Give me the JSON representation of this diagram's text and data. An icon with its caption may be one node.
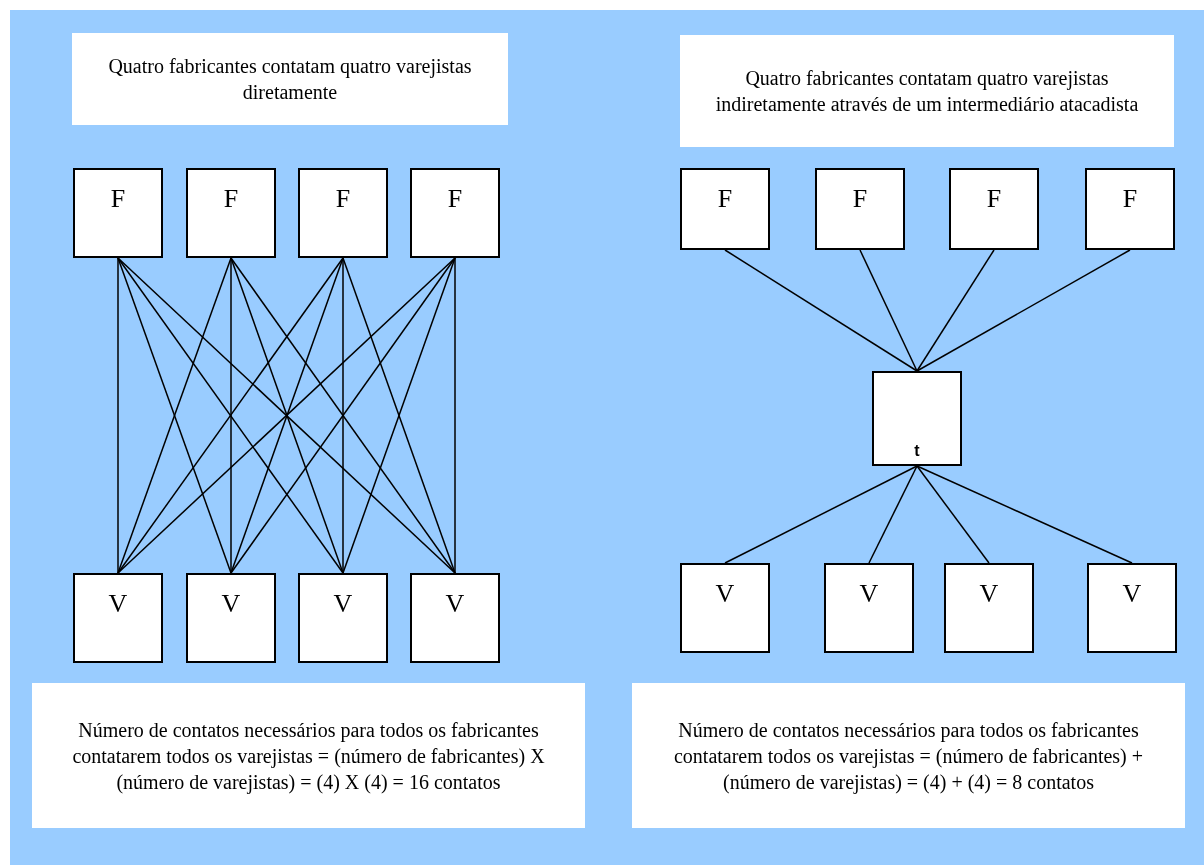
{
  "diagram": {
    "nodes": [
      {
        "text": [
          "Quatro fabricantes contatam quatro varejistas diretamente"
        ]
      },
      {
        "text": [
          "F"
        ]
      },
      {
        "text": [
          "F"
        ]
      },
      {
        "text": [
          "F"
        ]
      },
      {
        "text": [
          "F"
        ]
      },
      {
        "text": [
          "V"
        ]
      },
      {
        "text": [
          "V"
        ]
      },
      {
        "text": [
          "V"
        ]
      },
      {
        "text": [
          "V"
        ]
      },
      {
        "text": [
          "Número de contatos necessários para todos os fabricantes contatarem todos os varejistas = (número de fabricantes) X (número de varejistas) = (4) X (4) = 16 contatos"
        ]
      },
      {
        "text": [
          "Quatro fabricantes contatam quatro varejistas indiretamente através de um intermediário atacadista"
        ]
      },
      {
        "text": [
          "F"
        ]
      },
      {
        "text": [
          "F"
        ]
      },
      {
        "text": [
          "F"
        ]
      },
      {
        "text": [
          "F"
        ]
      },
      {
        "text": [
          "t"
        ]
      },
      {
        "text": [
          "V"
        ]
      },
      {
        "text": [
          "V"
        ]
      },
      {
        "text": [
          "V"
        ]
      },
      {
        "text": [
          "V"
        ]
      },
      {
        "text": [
          "Número de contatos necessários para todos os fabricantes contatarem todos os varejistas = (número de fabricantes) + (número de varejistas) = (4) + (4) = 8 contatos"
        ]
      }
    ],
    "edges": [
      {
        "from": 1,
        "to": 5,
        "arrow": "none"
      },
      {
        "from": 1,
        "to": 6,
        "arrow": "none"
      },
      {
        "from": 1,
        "to": 7,
        "arrow": "none"
      },
      {
        "from": 1,
        "to": 8,
        "arrow": "none"
      },
      {
        "from": 2,
        "to": 5,
        "arrow": "none"
      },
      {
        "from": 2,
        "to": 6,
        "arrow": "none"
      },
      {
        "from": 2,
        "to": 7,
        "arrow": "none"
      },
      {
        "from": 2,
        "to": 8,
        "arrow": "none"
      },
      {
        "from": 3,
        "to": 5,
        "arrow": "none"
      },
      {
        "from": 3,
        "to": 6,
        "arrow": "none"
      },
      {
        "from": 3,
        "to": 7,
        "arrow": "none"
      },
      {
        "from": 3,
        "to": 8,
        "arrow": "none"
      },
      {
        "from": 4,
        "to": 5,
        "arrow": "none"
      },
      {
        "from": 4,
        "to": 6,
        "arrow": "none"
      },
      {
        "from": 4,
        "to": 7,
        "arrow": "none"
      },
      {
        "from": 4,
        "to": 8,
        "arrow": "none"
      },
      {
        "from": 11,
        "to": 15,
        "arrow": "none"
      },
      {
        "from": 12,
        "to": 15,
        "arrow": "none"
      },
      {
        "from": 13,
        "to": 15,
        "arrow": "none"
      },
      {
        "from": 14,
        "to": 15,
        "arrow": "none"
      },
      {
        "from": 15,
        "to": 16,
        "arrow": "none"
      },
      {
        "from": 15,
        "to": 17,
        "arrow": "none"
      },
      {
        "from": 15,
        "to": 18,
        "arrow": "none"
      },
      {
        "from": 15,
        "to": 19,
        "arrow": "none"
      }
    ]
  }
}
